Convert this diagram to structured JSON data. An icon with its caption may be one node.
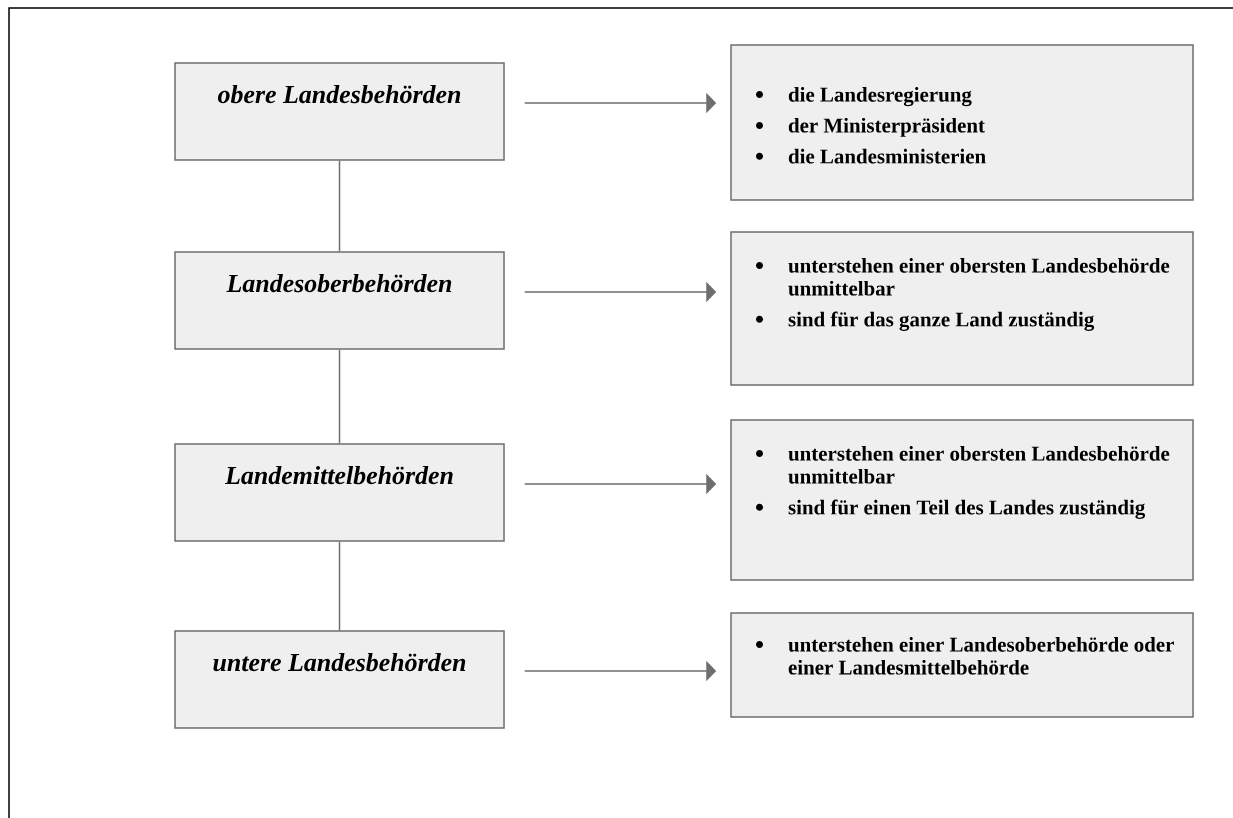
{
  "diagram": {
    "nodes": [
      {
        "text": [
          "obere Landesbehörden"
        ]
      },
      {
        "text": [
          "die Landesregierung",
          "der Ministerpräsident",
          "die Landesministerien"
        ]
      },
      {
        "text": [
          "Landesoberbehörden"
        ]
      },
      {
        "text": [
          "unterstehen einer obersten Landesbehörde unmittelbar",
          "sind für das ganze Land zuständig"
        ]
      },
      {
        "text": [
          "Landemittelbehörden"
        ]
      },
      {
        "text": [
          "unterstehen einer obersten Landesbehörde unmittelbar",
          "sind für einen Teil des Landes zuständig"
        ]
      },
      {
        "text": [
          "untere Landesbehörden"
        ]
      },
      {
        "text": [
          "unterstehen einer Landesoberbehörde oder einer Landesmittelbehörde"
        ]
      }
    ],
    "edges": [
      {
        "from": 0,
        "to": 1,
        "arrow": "to"
      },
      {
        "from": 0,
        "to": 2,
        "arrow": "none"
      },
      {
        "from": 2,
        "to": 3,
        "arrow": "to"
      },
      {
        "from": 2,
        "to": 4,
        "arrow": "none"
      },
      {
        "from": 4,
        "to": 5,
        "arrow": "to"
      },
      {
        "from": 4,
        "to": 6,
        "arrow": "none"
      },
      {
        "from": 6,
        "to": 7,
        "arrow": "to"
      }
    ]
  }
}
